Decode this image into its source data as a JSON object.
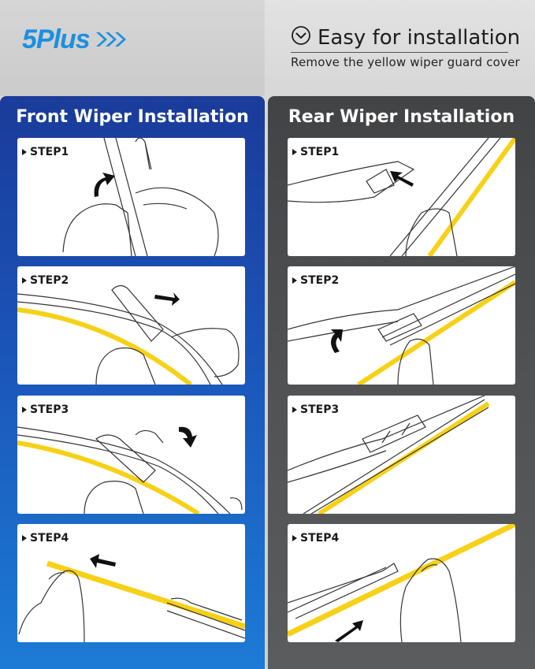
{
  "brand": {
    "name": "5Plus"
  },
  "feature": {
    "title": "Easy for installation",
    "subtitle": "Remove the yellow wiper guard cover"
  },
  "front": {
    "title": "Front Wiper Installation",
    "steps": [
      {
        "label": "STEP1"
      },
      {
        "label": "STEP2"
      },
      {
        "label": "STEP3"
      },
      {
        "label": "STEP4"
      }
    ]
  },
  "rear": {
    "title": "Rear Wiper Installation",
    "steps": [
      {
        "label": "STEP1"
      },
      {
        "label": "STEP2"
      },
      {
        "label": "STEP3"
      },
      {
        "label": "STEP4"
      }
    ]
  },
  "colors": {
    "brand_blue": "#1b8fe0",
    "guard_yellow": "#f7d117",
    "front_panel": "#1b55b8",
    "rear_panel": "#4d4f51"
  }
}
